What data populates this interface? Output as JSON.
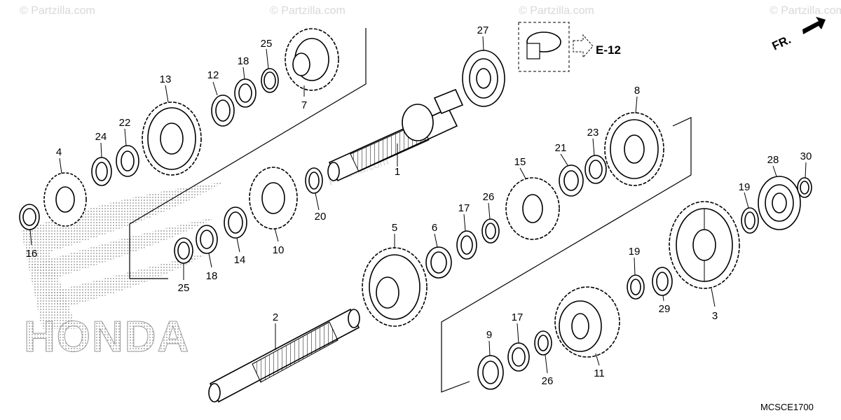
{
  "diagram": {
    "diagram_code": "MCSCE1700",
    "reference": {
      "label": "E-12"
    },
    "direction": {
      "label": "FR."
    },
    "brand_logo_text": "HONDA",
    "watermark_text": "© Partzilla.com",
    "center_watermark": "partzilla.com",
    "parts": [
      {
        "num": "1"
      },
      {
        "num": "2"
      },
      {
        "num": "3"
      },
      {
        "num": "4"
      },
      {
        "num": "5"
      },
      {
        "num": "6"
      },
      {
        "num": "7"
      },
      {
        "num": "8"
      },
      {
        "num": "9"
      },
      {
        "num": "10"
      },
      {
        "num": "11"
      },
      {
        "num": "12"
      },
      {
        "num": "13"
      },
      {
        "num": "14"
      },
      {
        "num": "15"
      },
      {
        "num": "16"
      },
      {
        "num": "17"
      },
      {
        "num": "17"
      },
      {
        "num": "18"
      },
      {
        "num": "18"
      },
      {
        "num": "19"
      },
      {
        "num": "19"
      },
      {
        "num": "20"
      },
      {
        "num": "21"
      },
      {
        "num": "22"
      },
      {
        "num": "23"
      },
      {
        "num": "24"
      },
      {
        "num": "25"
      },
      {
        "num": "25"
      },
      {
        "num": "26"
      },
      {
        "num": "26"
      },
      {
        "num": "27"
      },
      {
        "num": "28"
      },
      {
        "num": "29"
      },
      {
        "num": "30"
      }
    ]
  }
}
